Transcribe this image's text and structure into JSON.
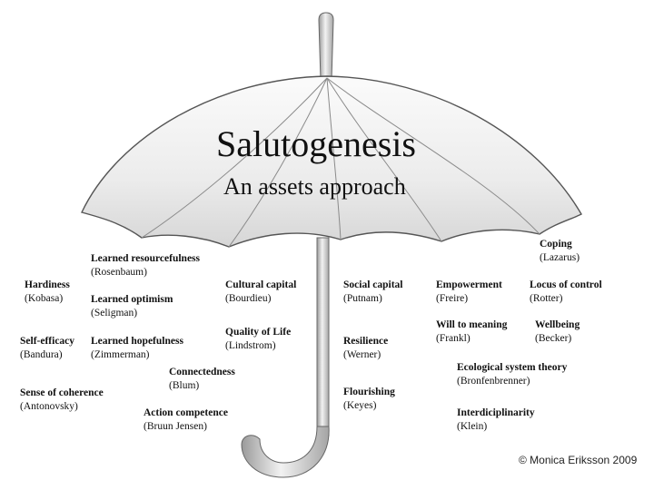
{
  "title": "Salutogenesis",
  "subtitle": "An assets approach",
  "concepts": [
    {
      "name": "Learned resourcefulness",
      "author": "(Rosenbaum)"
    },
    {
      "name": "Hardiness",
      "author": "(Kobasa)"
    },
    {
      "name": "Learned optimism",
      "author": "(Seligman)"
    },
    {
      "name": "Cultural capital",
      "author": "(Bourdieu)"
    },
    {
      "name": "Social capital",
      "author": "(Putnam)"
    },
    {
      "name": "Empowerment",
      "author": "(Freire)"
    },
    {
      "name": "Locus of control",
      "author": "(Rotter)"
    },
    {
      "name": "Coping",
      "author": "(Lazarus)"
    },
    {
      "name": "Self-efficacy",
      "author": "(Bandura)"
    },
    {
      "name": "Learned hopefulness",
      "author": "(Zimmerman)"
    },
    {
      "name": "Quality of Life",
      "author": "(Lindstrom)"
    },
    {
      "name": "Resilience",
      "author": "(Werner)"
    },
    {
      "name": "Will to meaning",
      "author": "(Frankl)"
    },
    {
      "name": "Wellbeing",
      "author": "(Becker)"
    },
    {
      "name": "Connectedness",
      "author": "(Blum)"
    },
    {
      "name": "Ecological system theory",
      "author": "(Bronfenbrenner)"
    },
    {
      "name": "Sense of coherence",
      "author": "(Antonovsky)"
    },
    {
      "name": "Flourishing",
      "author": "(Keyes)"
    },
    {
      "name": "Action competence",
      "author": "(Bruun Jensen)"
    },
    {
      "name": "Interdiciplinarity",
      "author": "(Klein)"
    }
  ],
  "copyright": "© Monica Eriksson 2009"
}
